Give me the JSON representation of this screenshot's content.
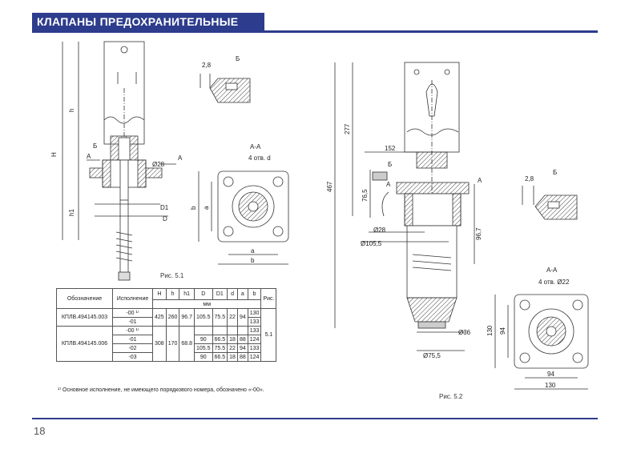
{
  "header": {
    "title": "КЛАПАНЫ ПРЕДОХРАНИТЕЛЬНЫЕ"
  },
  "page_number": "18",
  "fig1": {
    "caption": "Рис. 5.1",
    "labels": {
      "H": "H",
      "h": "h",
      "h1": "h1",
      "D1": "D1",
      "D": "D",
      "d28": "Ø28",
      "B": "Б",
      "A_left": "А",
      "A_right": "А"
    },
    "detail": {
      "title": "Б",
      "dim": "2,8"
    },
    "section": {
      "title": "А-А",
      "holes": "4 отв. d",
      "a_h": "a",
      "b_h": "b",
      "a_v": "a",
      "b_v": "b"
    }
  },
  "fig2": {
    "caption": "Рис. 5.2",
    "labels": {
      "d467": "467",
      "d277": "277",
      "d152": "152",
      "d765": "76,5",
      "B": "Б",
      "A_left": "А",
      "A_right": "А",
      "d28": "Ø28",
      "d1055": "Ø105,5",
      "d967": "96,7",
      "d36": "Ø36",
      "d755": "Ø75,5"
    },
    "detail": {
      "title": "Б",
      "dim": "2,8"
    },
    "section": {
      "title": "А-А",
      "holes": "4 отв. Ø22",
      "w130": "130",
      "w94": "94",
      "h130": "130",
      "h94": "94"
    }
  },
  "table": {
    "headers": {
      "designation": "Обозначение",
      "version": "Исполнение",
      "H": "H",
      "h": "h",
      "h1": "h1",
      "D": "D",
      "D1": "D1",
      "d": "d",
      "a": "a",
      "b": "b",
      "fig": "Рис.",
      "units": "мм"
    },
    "group1": {
      "name": "КПЛВ.494145.003",
      "rows": [
        {
          "version": "-00 ¹⁾",
          "b": "130"
        },
        {
          "version": "-01",
          "b": "133"
        }
      ],
      "H": "425",
      "h": "260",
      "h1": "96.7",
      "D": "105.5",
      "D1": "75.5",
      "d": "22",
      "a": "94"
    },
    "group2": {
      "name": "КПЛВ.494145.006",
      "H": "308",
      "h": "170",
      "h1": "68.8",
      "rows": [
        {
          "version": "-00 ¹⁾",
          "D": "",
          "D1": "",
          "d": "",
          "a": "",
          "b": "133"
        },
        {
          "version": "-01",
          "D": "90",
          "D1": "66.5",
          "d": "18",
          "a": "88",
          "b": "124"
        },
        {
          "version": "-02",
          "D": "105.5",
          "D1": "75.5",
          "d": "22",
          "a": "94",
          "b": "133"
        },
        {
          "version": "-03",
          "D": "90",
          "D1": "66.5",
          "d": "18",
          "a": "88",
          "b": "124"
        }
      ]
    },
    "fig_value": "5.1",
    "footnote": "¹⁾ Основное исполнение, не имеющего порядкового номера, обозначено «-00»."
  }
}
